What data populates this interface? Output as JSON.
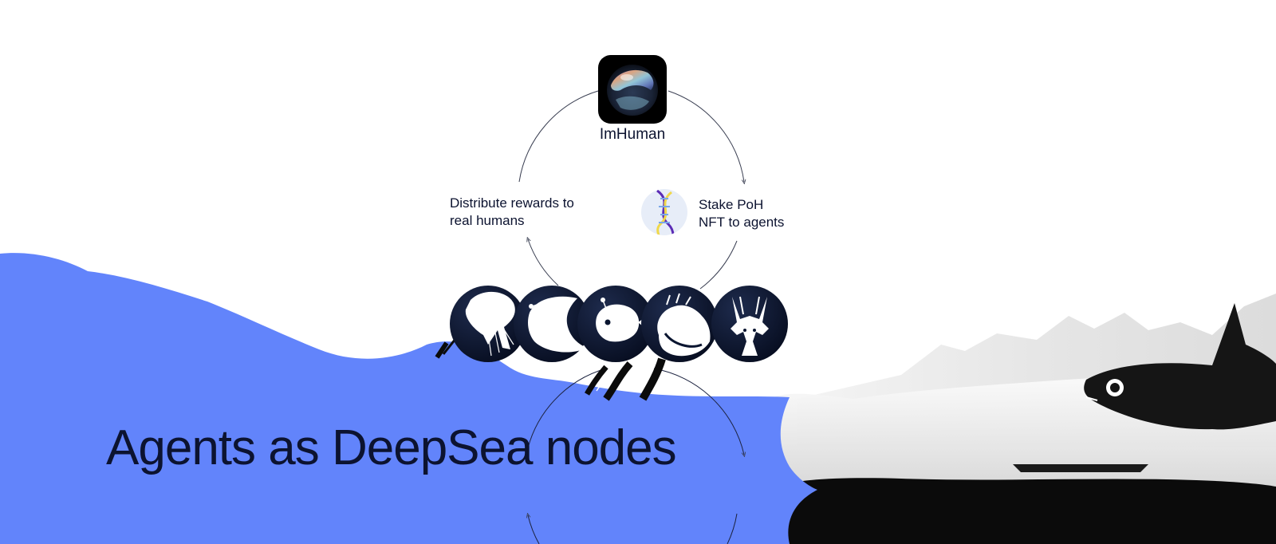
{
  "app": {
    "name": "ImHuman",
    "icon": "iridescent-sphere-icon"
  },
  "labels": {
    "distribute_line1": "Distribute rewards to",
    "distribute_line2": "real humans",
    "stake_line1": "Stake PoH",
    "stake_line2": "NFT to agents"
  },
  "headline": "Agents as DeepSea nodes",
  "agents": [
    {
      "name": "jellyfish-agent-icon"
    },
    {
      "name": "anglerfish-agent-icon"
    },
    {
      "name": "puffer-fish-agent-icon"
    },
    {
      "name": "sea-creature-agent-icon"
    },
    {
      "name": "crustacean-agent-icon"
    }
  ],
  "colors": {
    "wave_blue": "#6284fb",
    "ink": "#0c1330",
    "badge_navy": "#0a1530",
    "dna_purple": "#5b2bb5",
    "dna_yellow": "#f0d84a"
  }
}
